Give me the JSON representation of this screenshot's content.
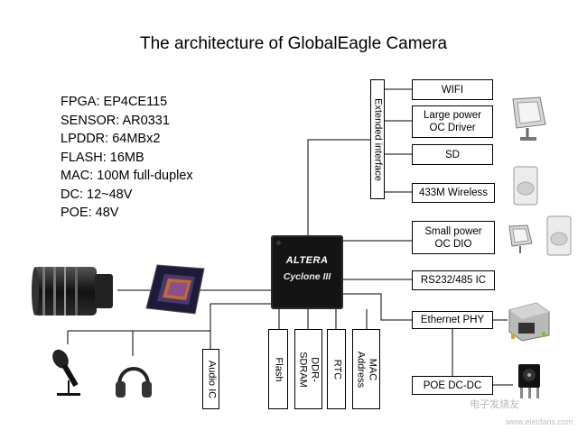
{
  "title": "The architecture of GlobalEagle Camera",
  "specs": [
    "FPGA: EP4CE115",
    "SENSOR: AR0331",
    "LPDDR: 64MBx2",
    "FLASH: 16MB",
    "MAC: 100M full-duplex",
    "DC: 12~48V",
    "POE: 48V"
  ],
  "chip": {
    "logo": "ALTERA",
    "model": "Cyclone III"
  },
  "extended_interface_label": "Extended interface",
  "right_boxes": {
    "wifi": "WIFI",
    "large_power": "Large power\nOC Driver",
    "sd": "SD",
    "wireless": "433M Wireless",
    "small_power": "Small power\nOC DIO",
    "rs232": "RS232/485 IC",
    "ethernet": "Ethernet PHY",
    "poe": "POE DC-DC"
  },
  "bottom_boxes": {
    "audio": "Audio IC",
    "flash": "Flash",
    "ddr": "DDR-\nSDRAM",
    "rtc": "RTC",
    "mac": "MAC\nAddress"
  },
  "watermark": "电子发烧友",
  "watermark_site": "www.elecfans.com",
  "colors": {
    "chip": "#141414",
    "line": "#000000",
    "background": "#ffffff"
  },
  "icons": [
    "camera-lens-icon",
    "image-sensor-icon",
    "microphone-icon",
    "headphones-icon",
    "floodlight-icon",
    "motion-sensor-icon",
    "rj45-jack-icon",
    "dc-jack-icon"
  ]
}
